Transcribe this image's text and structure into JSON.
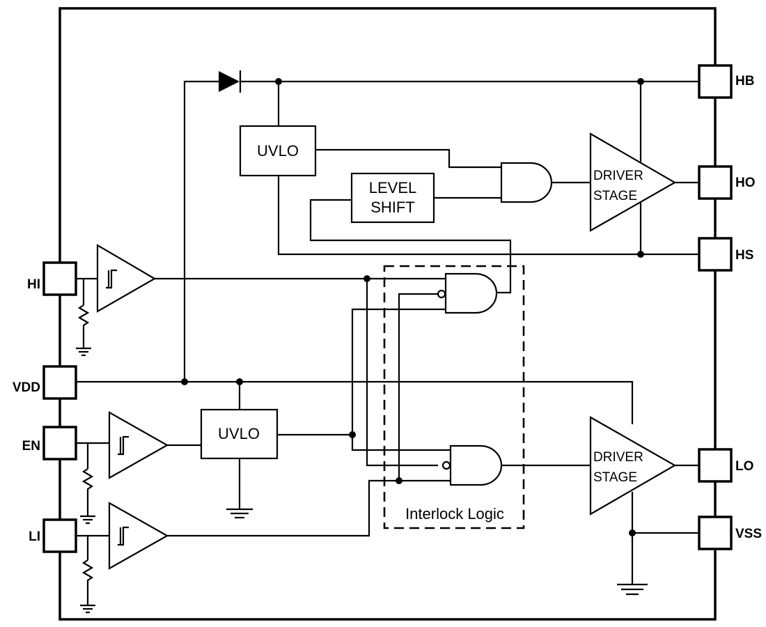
{
  "pins": {
    "hb": "HB",
    "ho": "HO",
    "hs": "HS",
    "hi": "HI",
    "vdd": "VDD",
    "en": "EN",
    "li": "LI",
    "lo": "LO",
    "vss": "VSS"
  },
  "blocks": {
    "uvlo_high": "UVLO",
    "uvlo_low": "UVLO",
    "level_shift_line1": "LEVEL",
    "level_shift_line2": "SHIFT",
    "driver_high_line1": "DRIVER",
    "driver_high_line2": "STAGE",
    "driver_low_line1": "DRIVER",
    "driver_low_line2": "STAGE",
    "interlock": "Interlock Logic"
  }
}
